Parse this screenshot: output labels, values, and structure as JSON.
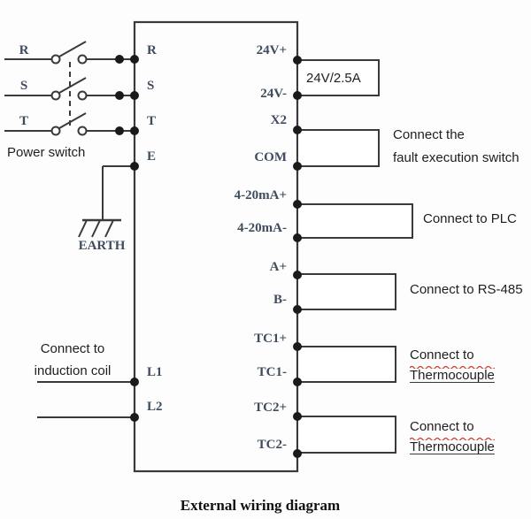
{
  "page": {
    "title": "External wiring diagram"
  },
  "power_input": {
    "phase_labels": [
      "R",
      "S",
      "T"
    ],
    "switch_label": "Power switch",
    "earth_label": "EARTH"
  },
  "induction_coil": {
    "line1": "Connect to",
    "line2": "induction coil"
  },
  "unit": {
    "left_terminals": [
      "R",
      "S",
      "T",
      "E",
      "L1",
      "L2"
    ],
    "right_terminals": [
      "24V+",
      "24V-",
      "X2",
      "COM",
      "4-20mA+",
      "4-20mA-",
      "A+",
      "B-",
      "TC1+",
      "TC1-",
      "TC2+",
      "TC2-"
    ]
  },
  "connections": {
    "power_supply": {
      "label": "24V/2.5A"
    },
    "fault_switch": {
      "line1": "Connect the",
      "line2": "fault execution switch"
    },
    "plc": {
      "label": "Connect to PLC"
    },
    "rs485": {
      "label": "Connect to RS-485"
    },
    "thermocouple_1": {
      "line1": "Connect to",
      "line2": "Thermocouple"
    },
    "thermocouple_2": {
      "line1": "Connect to",
      "line2": "Thermocouple"
    }
  },
  "colors": {
    "wire": "#3a3a3a",
    "terminal_text": "#3f4b5e",
    "label_text": "#1e1e1e",
    "spellcheck_underline": "#d23b2a"
  }
}
